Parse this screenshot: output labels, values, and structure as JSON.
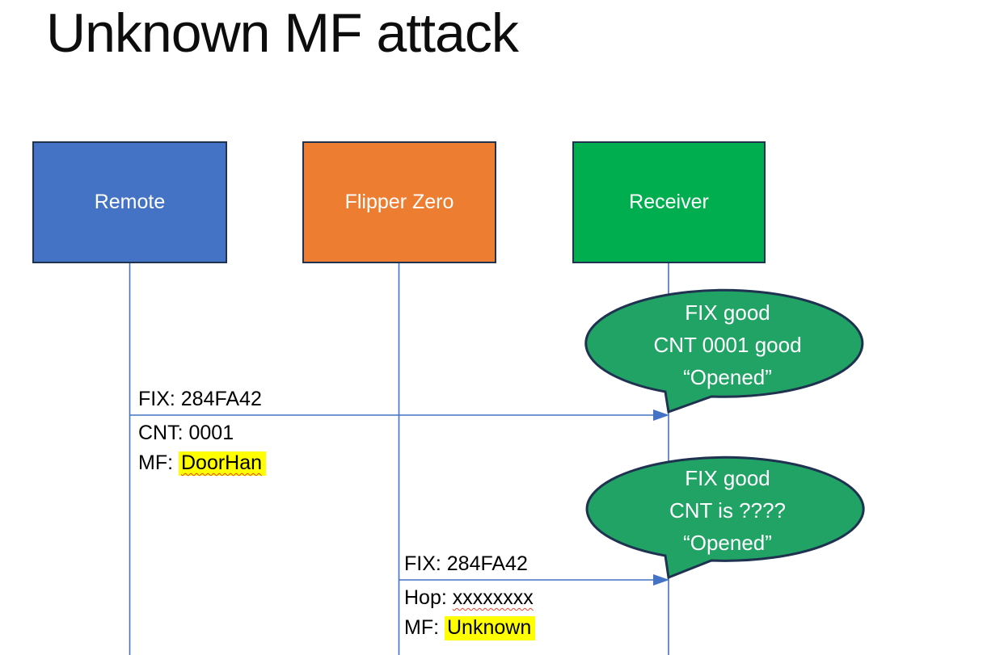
{
  "title": "Unknown MF attack",
  "colors": {
    "actor-blue": "#4472C4",
    "actor-orange": "#ED7D31",
    "actor-green": "#00AE50",
    "bubble-green": "#21A366",
    "border-navy": "#1F3250",
    "line-blue": "#4472C4",
    "highlight-yellow": "#FFFF00",
    "squiggle-red": "#E8442C",
    "text-dark": "#0D0D0D"
  },
  "actors": [
    {
      "label": "Remote"
    },
    {
      "label": "Flipper Zero"
    },
    {
      "label": "Receiver"
    }
  ],
  "messages": [
    {
      "above_label": "FIX: 284FA42",
      "line2": "CNT: 0001",
      "line3_prefix": "MF: ",
      "line3_highlight": "DoorHan"
    },
    {
      "above_label": "FIX: 284FA42",
      "line2_prefix": "Hop: ",
      "line2_squiggle": "xxxxxxxx",
      "line3_prefix": "MF: ",
      "line3_highlight": "Unknown"
    }
  ],
  "bubbles": [
    {
      "line1": "FIX good",
      "line2": "CNT 0001 good",
      "line3": "“Opened”"
    },
    {
      "line1": "FIX good",
      "line2": "CNT is ????",
      "line3": "“Opened”"
    }
  ]
}
